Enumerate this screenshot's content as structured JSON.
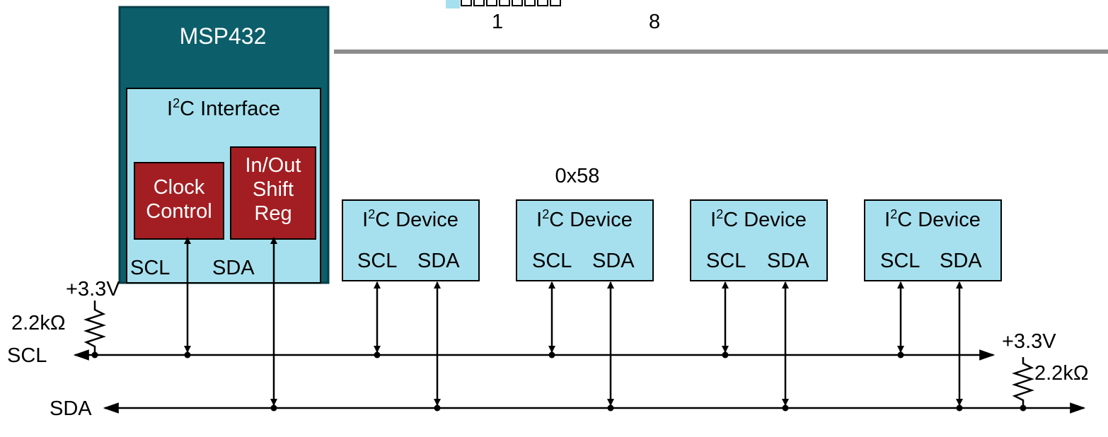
{
  "colors": {
    "mcu_fill": "#0b5e6a",
    "interface_fill": "#a6e0ee",
    "block_fill": "#a31e22",
    "wire": "#000000",
    "panel_shadow": "#8c8c8c"
  },
  "panel": {
    "pin_first": "1",
    "pin_last": "8"
  },
  "mcu": {
    "title": "MSP432",
    "interface": {
      "prefix": "I",
      "sup": "2",
      "rest": "C Interface"
    },
    "clock_block": {
      "line1": "Clock",
      "line2": "Control"
    },
    "shift_block": {
      "line1": "In/Out",
      "line2": "Shift",
      "line3": "Reg"
    },
    "scl_label": "SCL",
    "sda_label": "SDA"
  },
  "devices": [
    {
      "prefix": "I",
      "sup": "2",
      "rest": "C Device",
      "scl": "SCL",
      "sda": "SDA",
      "address": ""
    },
    {
      "prefix": "I",
      "sup": "2",
      "rest": "C Device",
      "scl": "SCL",
      "sda": "SDA",
      "address": "0x58"
    },
    {
      "prefix": "I",
      "sup": "2",
      "rest": "C Device",
      "scl": "SCL",
      "sda": "SDA",
      "address": ""
    },
    {
      "prefix": "I",
      "sup": "2",
      "rest": "C Device",
      "scl": "SCL",
      "sda": "SDA",
      "address": ""
    }
  ],
  "bus": {
    "scl_label": "SCL",
    "sda_label": "SDA",
    "pullup_left": {
      "voltage": "+3.3V",
      "resistor": "2.2kΩ"
    },
    "pullup_right": {
      "voltage": "+3.3V",
      "resistor": "2.2kΩ"
    }
  }
}
